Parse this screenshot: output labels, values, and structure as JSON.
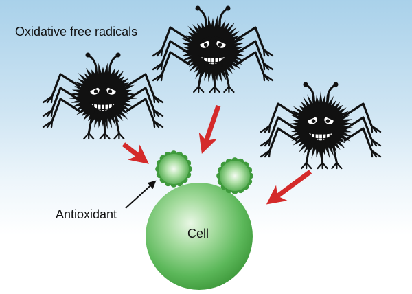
{
  "labels": {
    "title": "Oxidative free radicals",
    "antioxidant": "Antioxidant",
    "cell": "Cell"
  },
  "icons": {
    "radicals": "free-radical-monster-icon",
    "antioxidant": "antioxidant-sphere-icon",
    "cell": "cell-sphere-icon"
  },
  "colors": {
    "radical_body": "#111111",
    "attack_arrow": "#d42a2a",
    "cell_green": "#5cb85a",
    "antioxidant_edge": "#3f9a3c",
    "pointer_arrow": "#111111"
  }
}
